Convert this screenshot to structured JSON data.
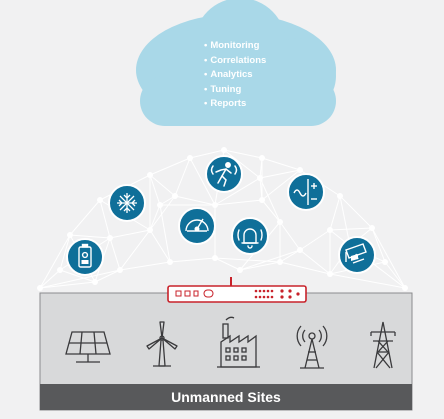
{
  "cloud": {
    "items": [
      "Monitoring",
      "Correlations",
      "Analytics",
      "Tuning",
      "Reports"
    ]
  },
  "sites": {
    "title": "Unmanned Sites"
  },
  "colors": {
    "background": "#f1f1f2",
    "cloud": "#a9d8e8",
    "node": "#0f6f99",
    "mesh": "#ffffff",
    "device": "#c8222a",
    "sites_panel": "#d8d9da",
    "sites_bar": "#58595b",
    "icon_stroke": "#3a3a3c"
  },
  "icons": {
    "nodes": [
      "battery-icon",
      "snowflake-sun-icon",
      "motion-person-icon",
      "gauge-icon",
      "alarm-bell-icon",
      "power-ac-dc-icon",
      "camera-icon"
    ],
    "sites": [
      "solar-panel-icon",
      "wind-turbine-icon",
      "factory-icon",
      "radio-tower-icon",
      "power-pylon-icon"
    ]
  }
}
